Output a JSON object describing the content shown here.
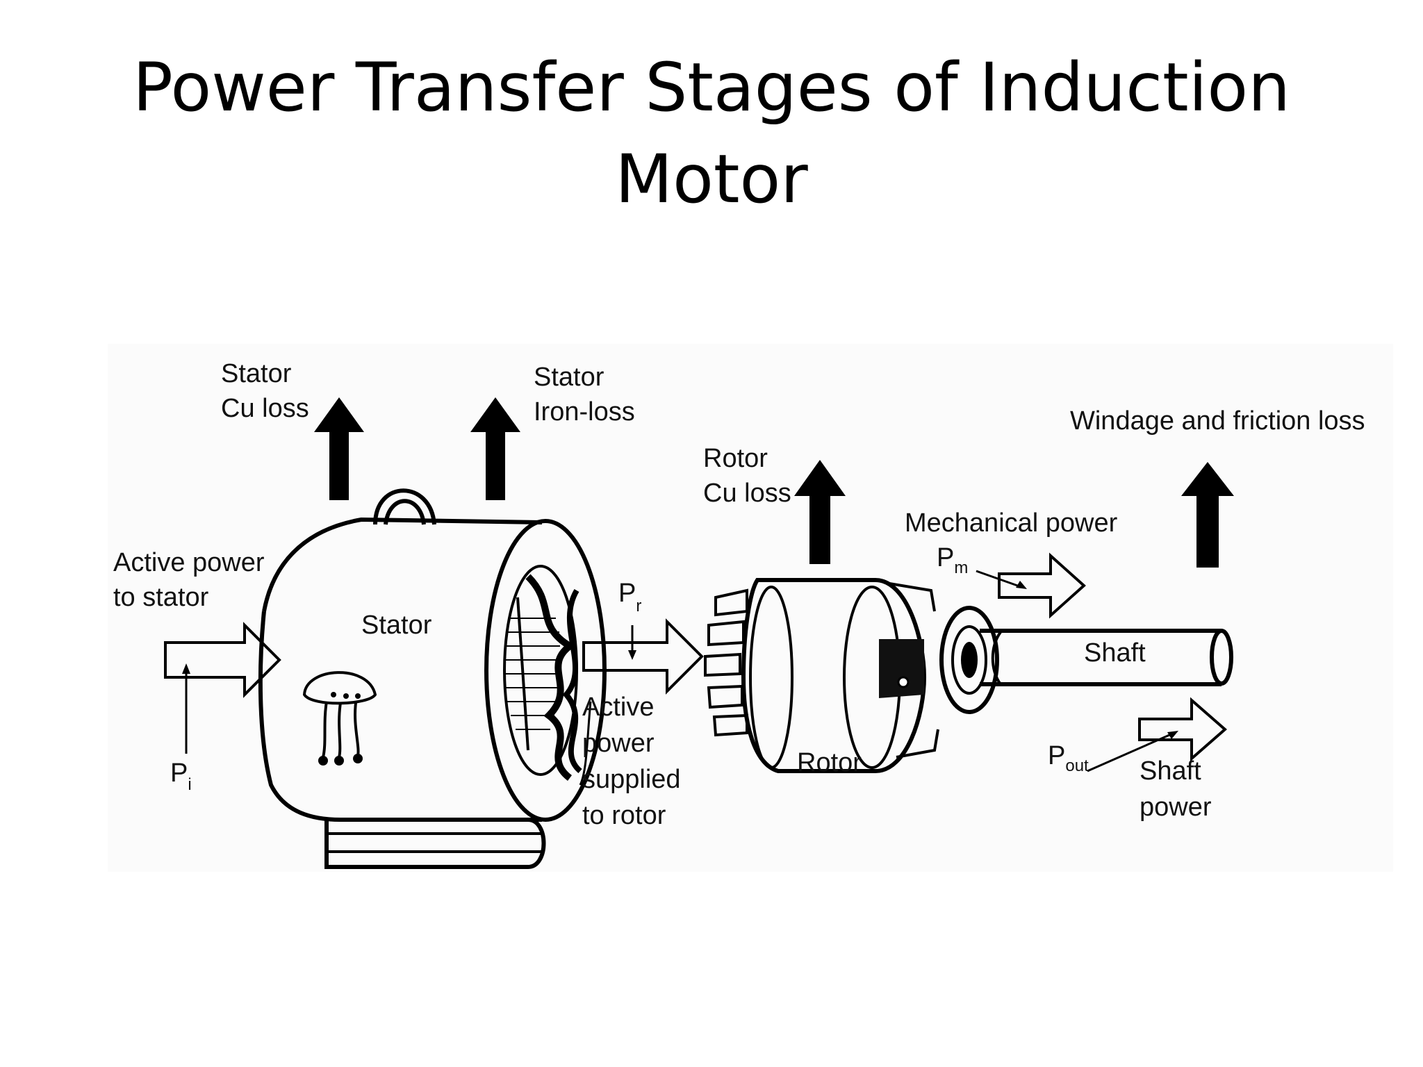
{
  "title": {
    "line1": "Power Transfer Stages of Induction",
    "line2": "Motor"
  },
  "diagram": {
    "labels": {
      "stator_cu_loss_1": "Stator",
      "stator_cu_loss_2": "Cu loss",
      "stator_iron_loss_1": "Stator",
      "stator_iron_loss_2": "Iron-loss",
      "rotor_cu_loss_1": "Rotor",
      "rotor_cu_loss_2": "Cu loss",
      "windage": "Windage and friction loss",
      "mechanical_power": "Mechanical power",
      "active_power_stator_1": "Active power",
      "active_power_stator_2": "to stator",
      "stator": "Stator",
      "rotor": "Rotor",
      "shaft": "Shaft",
      "active_rotor_1": "Active",
      "active_rotor_2": "power",
      "active_rotor_3": "supplied",
      "active_rotor_4": "to rotor",
      "shaft_power_1": "Shaft",
      "shaft_power_2": "power"
    },
    "symbols": {
      "pi_main": "P",
      "pi_sub": "i",
      "pr_main": "P",
      "pr_sub": "r",
      "pm_main": "P",
      "pm_sub": "m",
      "pout_main": "P",
      "pout_sub": "out"
    }
  }
}
